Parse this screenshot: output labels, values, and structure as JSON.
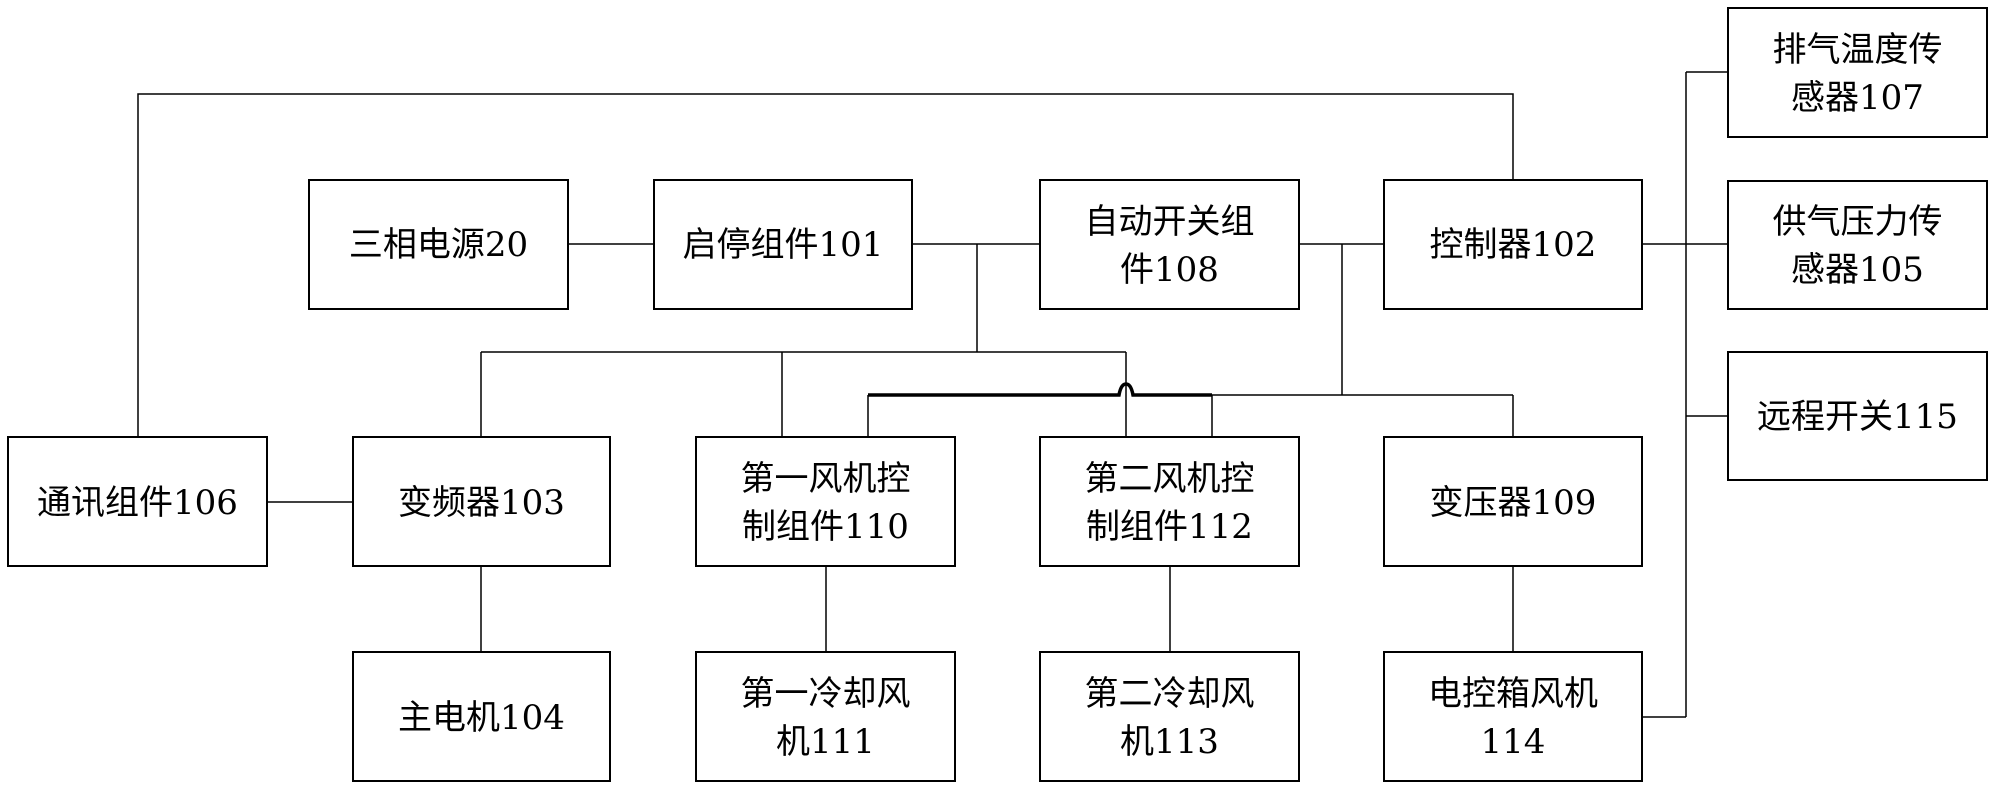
{
  "diagram": {
    "type": "block-diagram",
    "blocks": {
      "power_source": {
        "lines": [
          "三相电源20"
        ]
      },
      "start_stop": {
        "lines": [
          "启停组件101"
        ]
      },
      "auto_switch": {
        "lines": [
          "自动开关组",
          "件108"
        ]
      },
      "controller": {
        "lines": [
          "控制器102"
        ]
      },
      "exhaust_temp_sensor": {
        "lines": [
          "排气温度传",
          "感器107"
        ]
      },
      "supply_pressure_sensor": {
        "lines": [
          "供气压力传",
          "感器105"
        ]
      },
      "remote_switch": {
        "lines": [
          "远程开关115"
        ]
      },
      "comm": {
        "lines": [
          "通讯组件106"
        ]
      },
      "inverter": {
        "lines": [
          "变频器103"
        ]
      },
      "fan1_ctrl": {
        "lines": [
          "第一风机控",
          "制组件110"
        ]
      },
      "fan2_ctrl": {
        "lines": [
          "第二风机控",
          "制组件112"
        ]
      },
      "transformer": {
        "lines": [
          "变压器109"
        ]
      },
      "main_motor": {
        "lines": [
          "主电机104"
        ]
      },
      "cooling_fan1": {
        "lines": [
          "第一冷却风",
          "机111"
        ]
      },
      "cooling_fan2": {
        "lines": [
          "第二冷却风",
          "机113"
        ]
      },
      "cabinet_fan": {
        "lines": [
          "电控箱风机",
          "114"
        ]
      }
    },
    "connections": [
      [
        "power_source",
        "start_stop"
      ],
      [
        "start_stop",
        "auto_switch"
      ],
      [
        "start_stop",
        "inverter"
      ],
      [
        "start_stop",
        "fan1_ctrl"
      ],
      [
        "start_stop",
        "fan2_ctrl"
      ],
      [
        "auto_switch",
        "controller"
      ],
      [
        "auto_switch",
        "fan1_ctrl"
      ],
      [
        "auto_switch",
        "fan2_ctrl"
      ],
      [
        "auto_switch",
        "transformer"
      ],
      [
        "controller",
        "comm"
      ],
      [
        "controller",
        "exhaust_temp_sensor"
      ],
      [
        "controller",
        "supply_pressure_sensor"
      ],
      [
        "controller",
        "remote_switch"
      ],
      [
        "controller",
        "cabinet_fan"
      ],
      [
        "comm",
        "inverter"
      ],
      [
        "inverter",
        "main_motor"
      ],
      [
        "fan1_ctrl",
        "cooling_fan1"
      ],
      [
        "fan2_ctrl",
        "cooling_fan2"
      ],
      [
        "transformer",
        "cabinet_fan"
      ]
    ]
  }
}
